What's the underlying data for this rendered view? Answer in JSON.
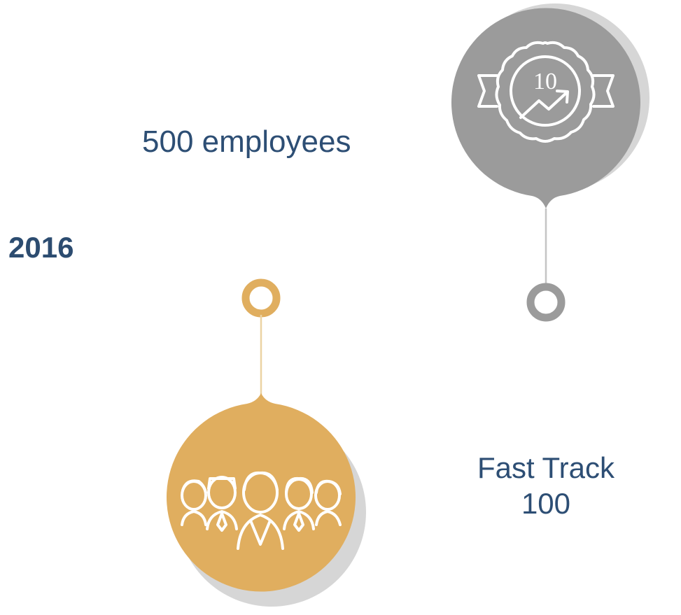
{
  "year": "2016",
  "milestone_top": {
    "number": "500",
    "unit": "employees",
    "badge_number": "10",
    "color": "#9b9b9b"
  },
  "milestone_bottom": {
    "title": "Fast Track",
    "number": "100",
    "color": "#e0ae5f"
  },
  "colors": {
    "text": "#2d4e74",
    "grey": "#9b9b9b",
    "gold": "#e0ae5f",
    "shadow": "#d6d6d6"
  },
  "icons": {
    "top": "award-badge-growth-icon",
    "bottom": "team-people-icon"
  }
}
